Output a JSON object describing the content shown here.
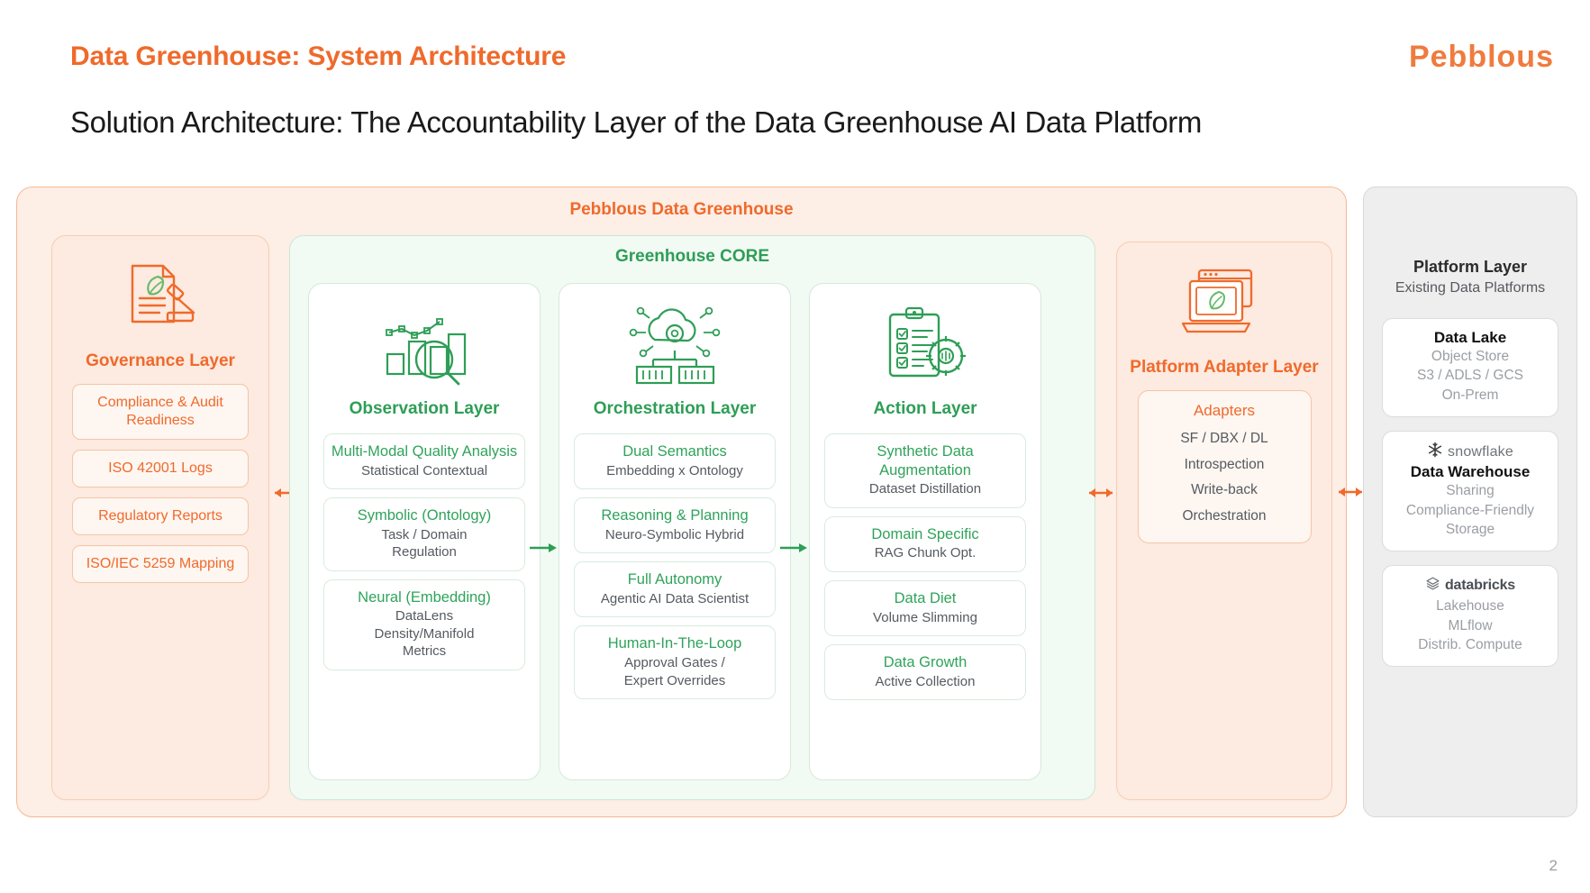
{
  "header": {
    "kicker": "Data Greenhouse: System Architecture",
    "logo": "Pebblous",
    "subtitle": "Solution Architecture: The Accountability Layer of the Data Greenhouse AI Data Platform"
  },
  "greenhouse": {
    "title": "Pebblous Data Greenhouse"
  },
  "core": {
    "title": "Greenhouse CORE"
  },
  "governance": {
    "title": "Governance Layer",
    "icon": "document-gavel-leaf-icon",
    "items": [
      {
        "label": "Compliance & Audit Readiness"
      },
      {
        "label": "ISO 42001 Logs"
      },
      {
        "label": "Regulatory Reports"
      },
      {
        "label": "ISO/IEC 5259 Mapping"
      }
    ]
  },
  "observation": {
    "title": "Observation Layer",
    "icon": "bar-chart-magnifier-icon",
    "items": [
      {
        "head": "Multi-Modal Quality Analysis",
        "sub": "Statistical Contextual"
      },
      {
        "head": "Symbolic (Ontology)",
        "sub": "Task / Domain\nRegulation"
      },
      {
        "head": "Neural (Embedding)",
        "sub": "DataLens\nDensity/Manifold\nMetrics"
      }
    ]
  },
  "orchestration": {
    "title": "Orchestration Layer",
    "icon": "cloud-gear-network-icon",
    "items": [
      {
        "head": "Dual Semantics",
        "sub": "Embedding x Ontology"
      },
      {
        "head": "Reasoning & Planning",
        "sub": "Neuro-Symbolic Hybrid"
      },
      {
        "head": "Full Autonomy",
        "sub": "Agentic AI Data Scientist"
      },
      {
        "head": "Human-In-The-Loop",
        "sub": "Approval Gates /\nExpert Overrides"
      }
    ]
  },
  "action": {
    "title": "Action Layer",
    "icon": "checklist-gear-icon",
    "items": [
      {
        "head": "Synthetic Data Augmentation",
        "sub": "Dataset Distillation"
      },
      {
        "head": "Domain Specific",
        "sub": "RAG Chunk Opt."
      },
      {
        "head": "Data Diet",
        "sub": "Volume Slimming"
      },
      {
        "head": "Data Growth",
        "sub": "Active Collection"
      }
    ]
  },
  "adapter": {
    "title": "Platform Adapter Layer",
    "icon": "laptop-leaf-icon",
    "box_title": "Adapters",
    "lines": [
      "SF / DBX / DL",
      "Introspection",
      "Write-back",
      "Orchestration"
    ]
  },
  "platform": {
    "title": "Platform Layer",
    "subtitle": "Existing Data Platforms",
    "cards": [
      {
        "vendor": "",
        "vendor_icon": "",
        "name": "Data Lake",
        "lines": [
          "Object Store",
          "S3 / ADLS / GCS",
          "On-Prem"
        ]
      },
      {
        "vendor": "snowflake",
        "vendor_icon": "snowflake-icon",
        "name": "Data Warehouse",
        "lines": [
          "Sharing",
          "Compliance-Friendly",
          "Storage"
        ]
      },
      {
        "vendor": "databricks",
        "vendor_icon": "databricks-icon",
        "name": "",
        "lines": [
          "Lakehouse",
          "MLflow",
          "Distrib. Compute"
        ]
      }
    ]
  },
  "colors": {
    "orange": "#ef6a2b",
    "green": "#2e9e56",
    "gray": "#9a9ea3"
  },
  "page_number": "2"
}
